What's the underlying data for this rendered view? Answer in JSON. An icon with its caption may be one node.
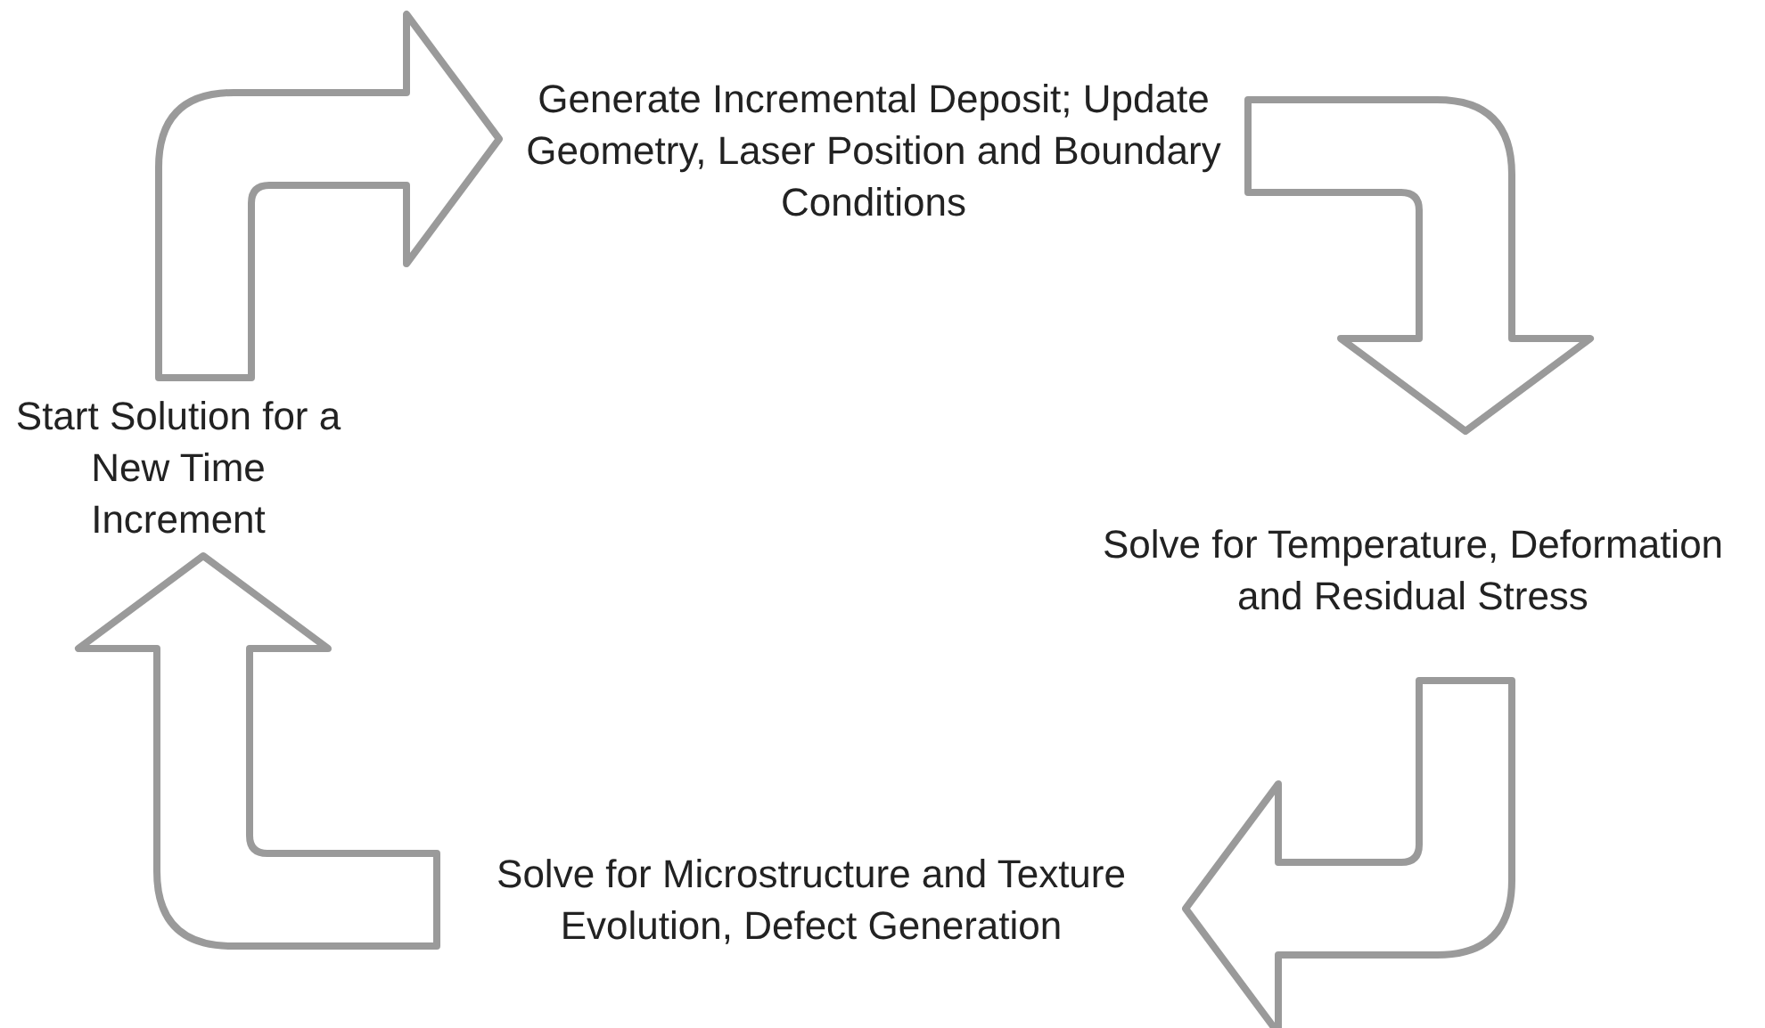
{
  "diagram": {
    "nodes": [
      {
        "text": [
          "Generate Incremental Deposit; Update Geometry, Laser Position and Boundary Conditions"
        ]
      },
      {
        "text": [
          "Start Solution for a New Time Increment"
        ]
      },
      {
        "text": [
          "Solve for Temperature, Deformation and Residual Stress"
        ]
      },
      {
        "text": [
          "Solve for Microstructure and Texture Evolution, Defect Generation"
        ]
      }
    ],
    "edges": [
      {
        "from": 1,
        "to": 0,
        "arrow": "to"
      },
      {
        "from": 0,
        "to": 2,
        "arrow": "to"
      },
      {
        "from": 2,
        "to": 3,
        "arrow": "to"
      },
      {
        "from": 3,
        "to": 1,
        "arrow": "to"
      }
    ]
  }
}
